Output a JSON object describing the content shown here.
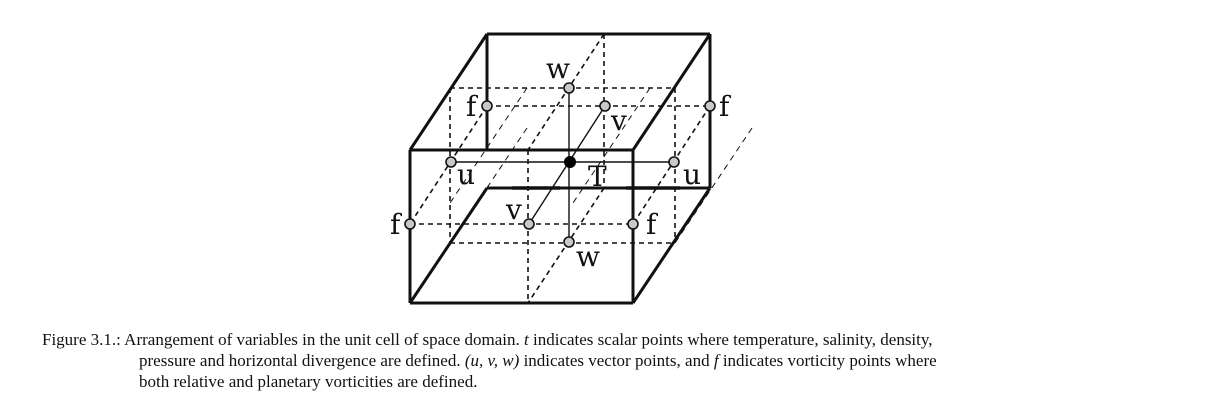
{
  "diagram": {
    "labels": {
      "w_top": "w",
      "w_bottom": "w",
      "v_back": "v",
      "v_front": "v",
      "u_left": "u",
      "u_right": "u",
      "t_center": "T",
      "f_back_left": "f",
      "f_back_right": "f",
      "f_front_left": "f",
      "f_front_right": "f"
    },
    "colors": {
      "line": "#111111",
      "node_fill": "#c8c8c8",
      "center_node": "#000000"
    }
  },
  "caption": {
    "prefix": "Figure 3.1.:",
    "line1_a": "Arrangement of variables in the unit cell of space domain.",
    "line1_t": "t",
    "line1_b": "indicates scalar points where temperature, salinity, density,",
    "line2_a": "pressure and horizontal divergence are defined.",
    "line2_math": "(u, v, w)",
    "line2_b": "indicates vector points, and",
    "line2_f": "f",
    "line2_c": "indicates vorticity points where",
    "line3": "both relative and planetary vorticities are defined."
  }
}
